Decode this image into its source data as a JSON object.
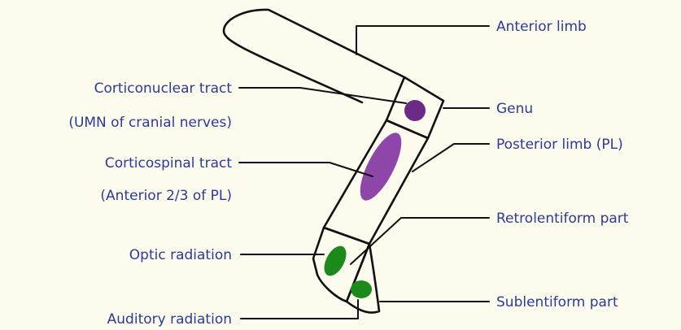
{
  "colors": {
    "background": "#fefcef",
    "label_text": "#2a3a9c",
    "outline": "#111111",
    "purple": "#6b2a85",
    "purple_light": "#8e47a8",
    "green": "#1a8a1a"
  },
  "labels": {
    "anterior_limb": "Anterior limb",
    "genu": "Genu",
    "posterior_limb": "Posterior limb (PL)",
    "retrolentiform": "Retrolentiform part",
    "sublentiform": "Sublentiform part",
    "corticonuclear_1": "Corticonuclear tract",
    "corticonuclear_2": "(UMN of cranial nerves)",
    "corticospinal_1": "Corticospinal tract",
    "corticospinal_2": "(Anterior 2/3 of PL)",
    "optic": "Optic radiation",
    "auditory": "Auditory radiation"
  }
}
